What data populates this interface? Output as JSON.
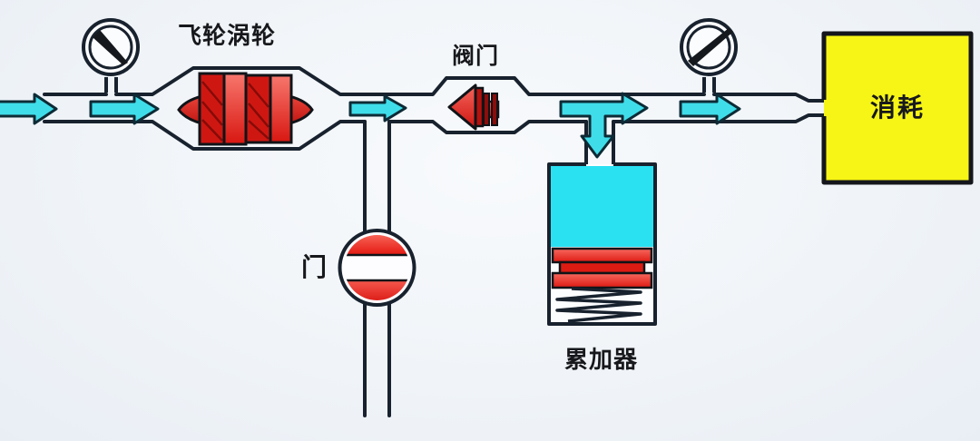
{
  "diagram": {
    "type": "flow-schematic",
    "labels": {
      "turbine": "飞轮涡轮",
      "valve": "阀门",
      "gate": "门",
      "accumulator": "累加器",
      "consumer": "消耗"
    },
    "components": [
      {
        "name": "flow-arrow-icon",
        "count": 6,
        "direction": "left-to-right, one branch downward"
      },
      {
        "name": "pressure-gauge-icon",
        "count": 2
      },
      {
        "name": "flywheel-turbine",
        "label": "飞轮涡轮"
      },
      {
        "name": "gate-valve",
        "label": "门"
      },
      {
        "name": "valve",
        "label": "阀门"
      },
      {
        "name": "accumulator",
        "label": "累加器"
      },
      {
        "name": "consumer-box",
        "label": "消耗"
      }
    ],
    "colors": {
      "background": "#f0f4f8",
      "pipe_outline": "#18222e",
      "flow_arrow_cyan": "#3fdde9",
      "fluid_cyan": "#2ae1f2",
      "component_red": "#e01510",
      "component_red_dark": "#b5120e",
      "consumer_yellow": "#f7f515",
      "label_text": "#17181c"
    }
  }
}
